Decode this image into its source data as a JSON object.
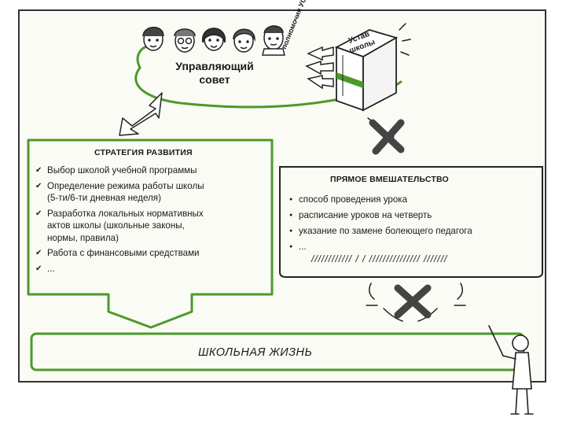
{
  "council": {
    "title_line1": "Управляющий",
    "title_line2": "совет",
    "powers_label": "полномочия УС",
    "charter_line1": "Устав",
    "charter_line2": "школы"
  },
  "strategy": {
    "title": "СТРАТЕГИЯ РАЗВИТИЯ",
    "items": [
      "Выбор школой учебной программы",
      "Определение режима работы школы\n(5-ти/6-ти дневная неделя)",
      "Разработка локальных нормативных\nактов школы (школьные законы,\nнормы, правила)",
      "Работа с финансовыми средствами",
      "..."
    ]
  },
  "direct": {
    "title": "ПРЯМОЕ ВМЕШАТЕЛЬСТВО",
    "items": [
      "способ проведения урока",
      "расписание уроков на четверть",
      "указание по замене болеющего педагога",
      "..."
    ],
    "hatch": "////////////  /  / ///////////////  ///////"
  },
  "school_life": "ШКОЛЬНАЯ ЖИЗНЬ",
  "colors": {
    "accent": "#4a9a2a",
    "ink": "#333333",
    "frame_bg": "#fbfbf5"
  }
}
